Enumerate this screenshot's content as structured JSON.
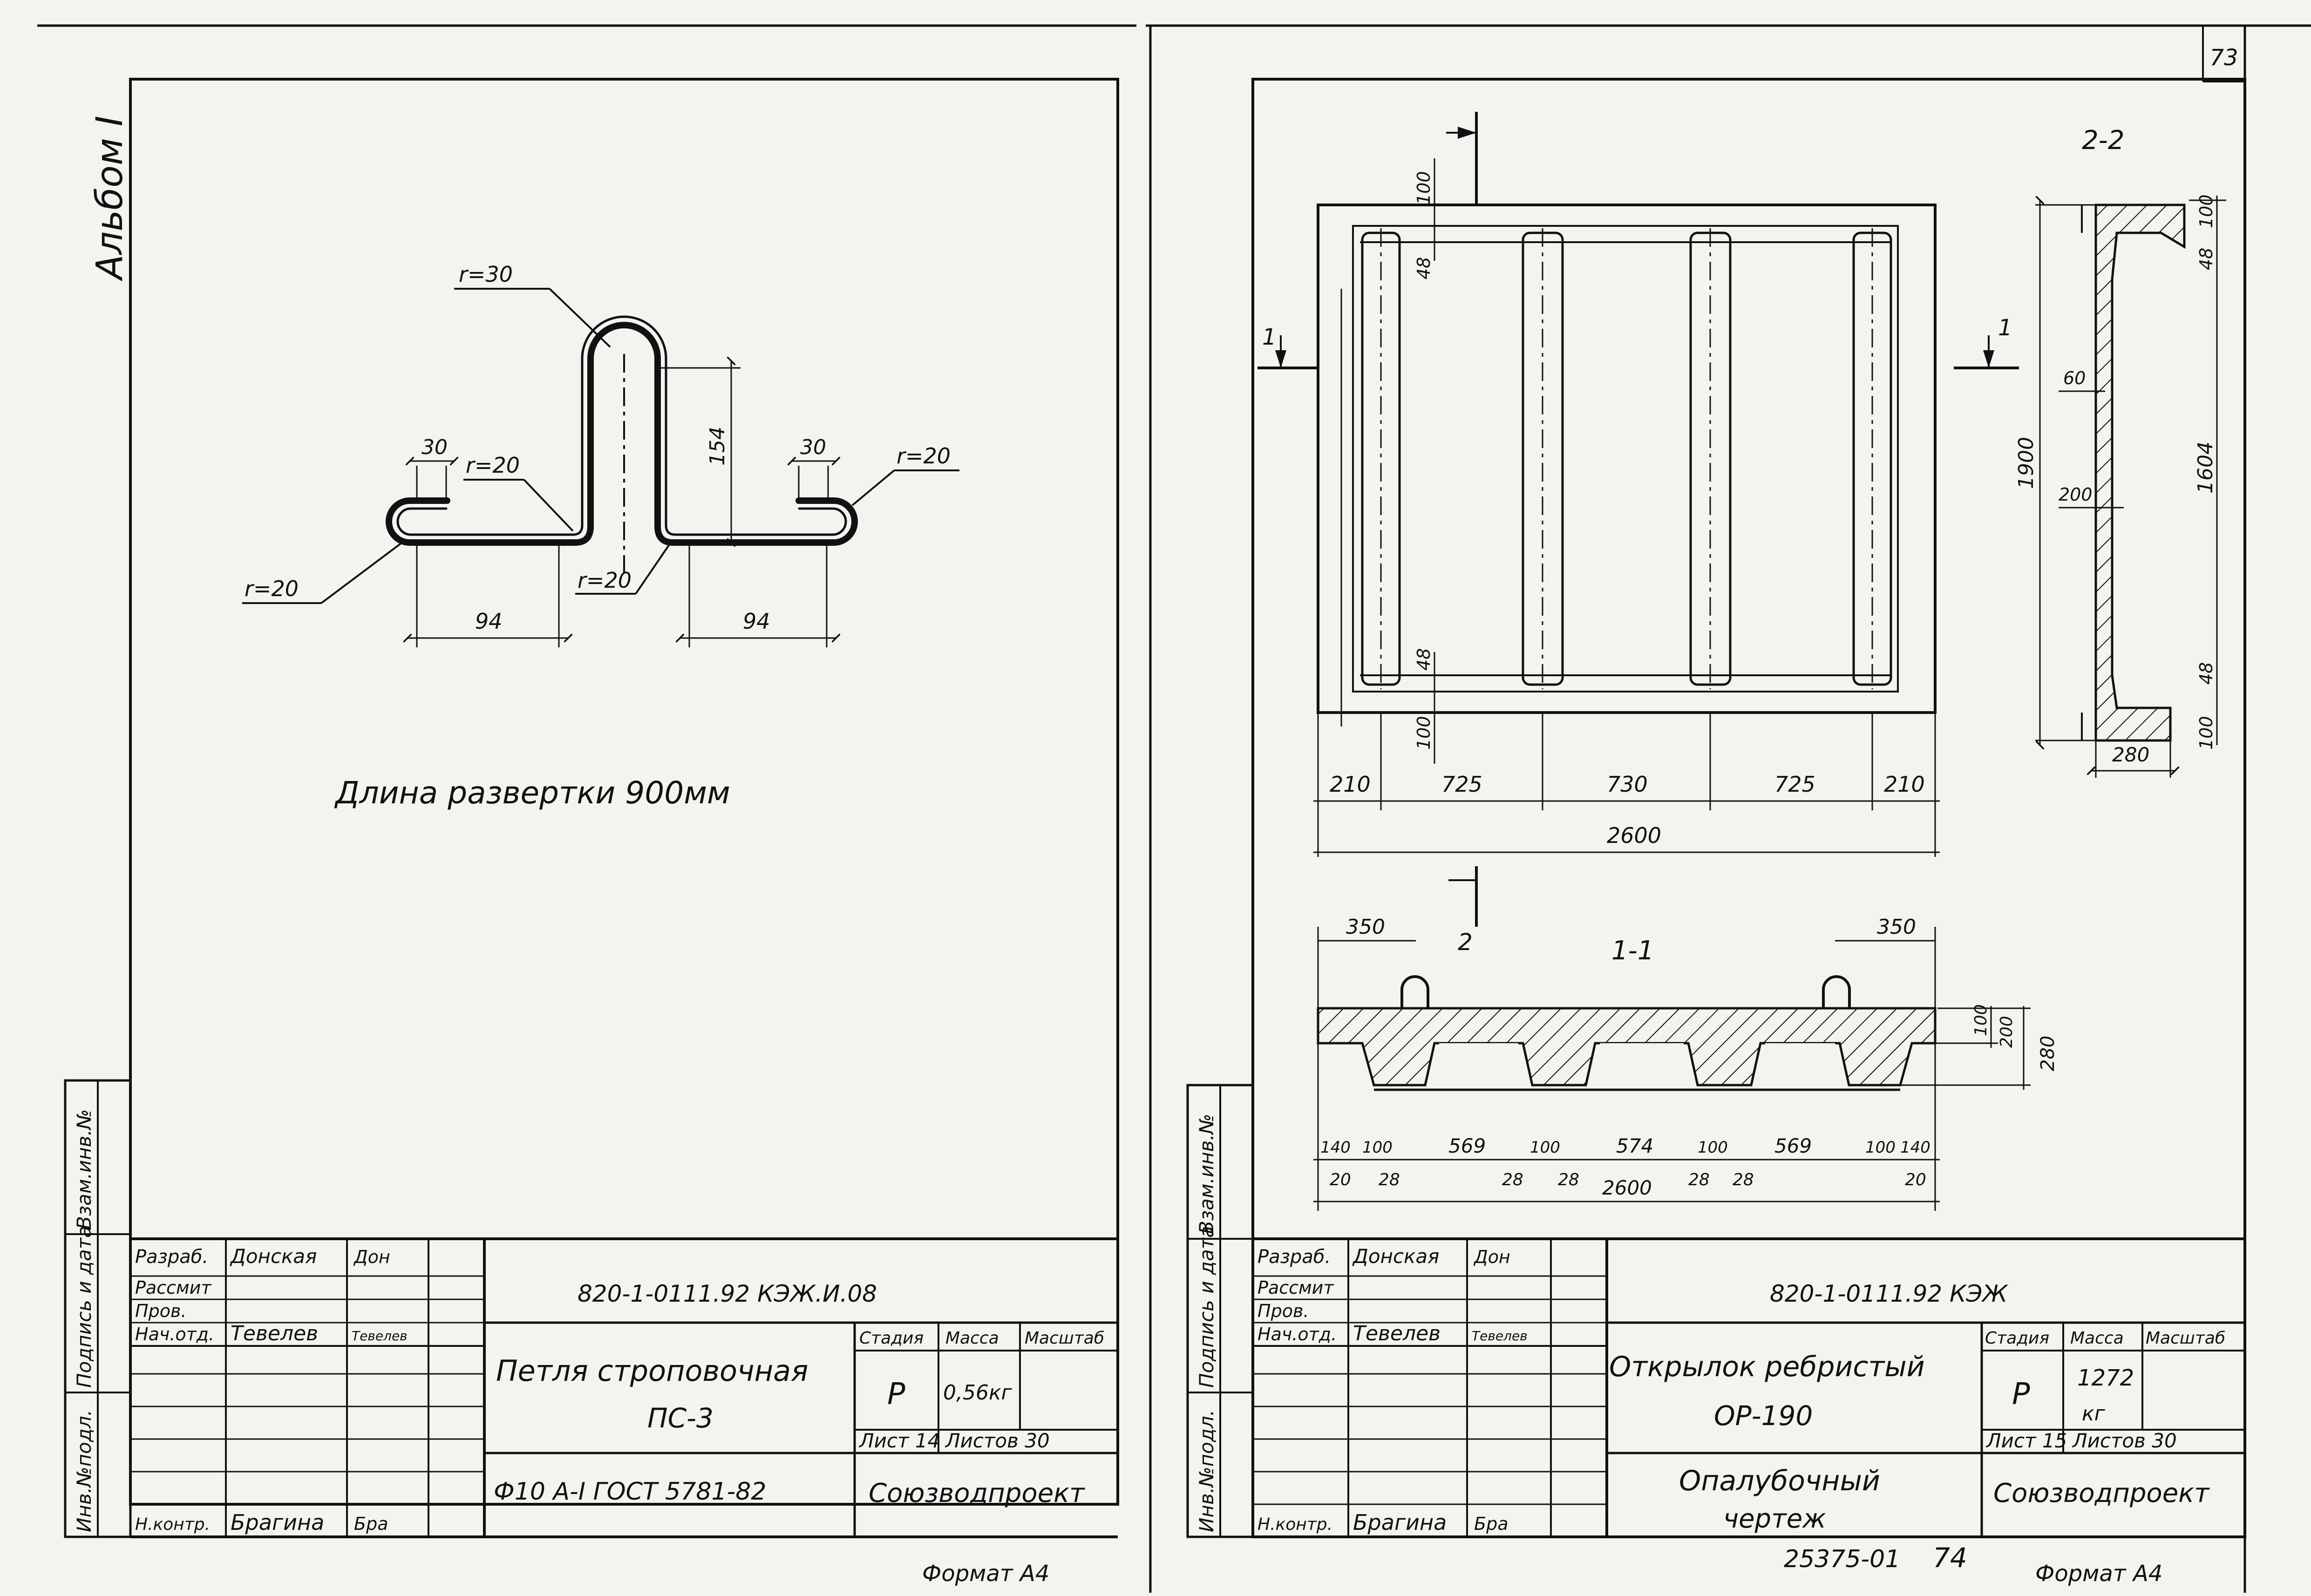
{
  "top_right_number": "73",
  "left_sheet": {
    "album_label": "Альбом I",
    "loop": {
      "r_top": "r=30",
      "r_left_inner": "r=20",
      "r_right_outer": "r=20",
      "r_left_outer": "r=20",
      "r_bottom": "r=20",
      "dim_30_left": "30",
      "dim_30_right": "30",
      "dim_154": "154",
      "dim_94_left": "94",
      "dim_94_right": "94"
    },
    "unfold_length": "Длина развертки 900мм",
    "side_labels": {
      "vzam": "Взам.инв.№",
      "podpis": "Подпись и дата",
      "inv": "Инв.№подл."
    },
    "title_block": {
      "roles": [
        "Разраб.",
        "Рассмит",
        "Пров.",
        "Нач.отд.",
        "",
        "",
        "",
        "Н.контр."
      ],
      "names": [
        "Донская",
        "",
        "",
        "Тевелев",
        "",
        "",
        "",
        "Брагина"
      ],
      "signatures": [
        "Дон",
        "",
        "",
        "Тевелев",
        "",
        "",
        "",
        "Бра"
      ],
      "doc_code": "820-1-0111.92  КЭЖ.И.08",
      "title_line1": "Петля строповочная",
      "title_line2": "ПС-3",
      "material": "Ф10  А-I  ГОСТ 5781-82",
      "stage_h": "Стадия",
      "mass_h": "Масса",
      "scale_h": "Масштаб",
      "stage": "Р",
      "mass": "0,56кг",
      "sheet": "Лист 14",
      "sheets": "Листов 30",
      "org": "Союзводпроект"
    },
    "format": "Формат А4"
  },
  "right_sheet": {
    "plan": {
      "section_1": "1",
      "dims_top": [
        "100",
        "48"
      ],
      "dims_bottom": [
        "48",
        "100"
      ],
      "dims_horizontal": [
        "210",
        "725",
        "730",
        "725",
        "210"
      ],
      "overall": "2600"
    },
    "section_22": {
      "label": "2-2",
      "d100_top": "100",
      "d48_top": "48",
      "d60": "60",
      "d1604": "1604",
      "d1900": "1900",
      "d200": "200",
      "d48_bottom": "48",
      "d100_bottom": "100",
      "d280": "280"
    },
    "section_11": {
      "label": "1-1",
      "cut_2": "2",
      "d350_left": "350",
      "d350_right": "350",
      "v100": "100",
      "v200": "200",
      "v280": "280",
      "dims_top_row": [
        "140",
        "100",
        "569",
        "100",
        "574",
        "100",
        "569",
        "100",
        "140"
      ],
      "dims_bottom_row": [
        "20",
        "28",
        "28",
        "28",
        "28",
        "28",
        "20"
      ],
      "overall": "2600"
    },
    "side_labels": {
      "vzam": "Взам.инв.№",
      "podpis": "Подпись и дата",
      "inv": "Инв.№подл."
    },
    "title_block": {
      "roles": [
        "Разраб.",
        "Рассмит",
        "Пров.",
        "Нач.отд.",
        "",
        "",
        "",
        "Н.контр."
      ],
      "names": [
        "Донская",
        "",
        "",
        "Тевелев",
        "",
        "",
        "",
        "Брагина"
      ],
      "signatures": [
        "Дон",
        "",
        "",
        "Тевелев",
        "",
        "",
        "",
        "Бра"
      ],
      "doc_code": "820-1-0111.92     КЭЖ",
      "title_line1": "Открылок ребристый",
      "title_line2": "ОР-190",
      "subtitle_line1": "Опалубочный",
      "subtitle_line2": "чертеж",
      "stage_h": "Стадия",
      "mass_h": "Масса",
      "scale_h": "Масштаб",
      "stage": "Р",
      "mass_line1": "1272",
      "mass_line2": "кг",
      "sheet": "Лист 15",
      "sheets": "Листов 30",
      "org": "Союзводпроект"
    },
    "archive_number": "25375-01",
    "page_number": "74",
    "format": "Формат А4"
  }
}
